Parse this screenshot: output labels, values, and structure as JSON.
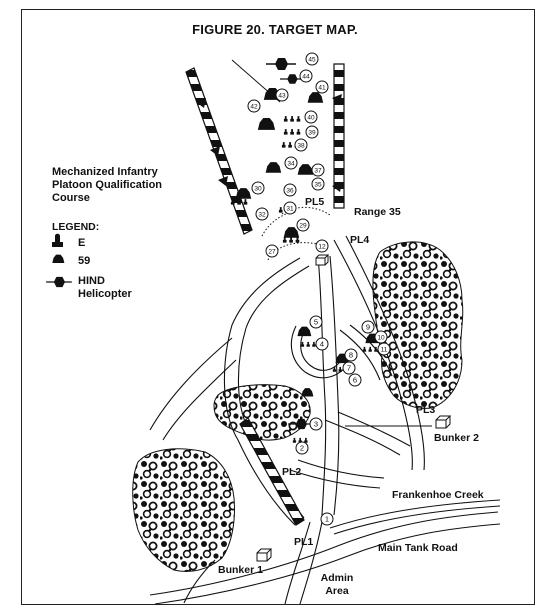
{
  "title": "FIGURE 20. TARGET MAP.",
  "course_title": "Mechanized Infantry Platoon Qualification Course",
  "legend": {
    "heading": "LEGEND:",
    "items": [
      {
        "label": "E",
        "icon": "e-target-icon"
      },
      {
        "label": "59",
        "icon": "t59-tank-icon"
      },
      {
        "label": "HIND Helicopter",
        "icon": "hind-helicopter-icon"
      }
    ]
  },
  "labels": {
    "range": "Range 35",
    "pl1": "PL1",
    "pl2": "PL2",
    "pl3": "PL3",
    "pl4": "PL4",
    "pl5": "PL5",
    "bunker1": "Bunker 1",
    "bunker2": "Bunker 2",
    "creek": "Frankenhoe Creek",
    "road": "Main Tank Road",
    "admin": "Admin Area"
  },
  "target_numbers": [
    "1",
    "2",
    "3",
    "4",
    "5",
    "6",
    "7",
    "8",
    "9",
    "10",
    "11",
    "12",
    "27",
    "29",
    "30",
    "31",
    "32",
    "34",
    "35",
    "36",
    "37",
    "38",
    "39",
    "40",
    "41",
    "42",
    "43",
    "44",
    "45"
  ],
  "colors": {
    "ink": "#111111",
    "paper": "#ffffff"
  }
}
